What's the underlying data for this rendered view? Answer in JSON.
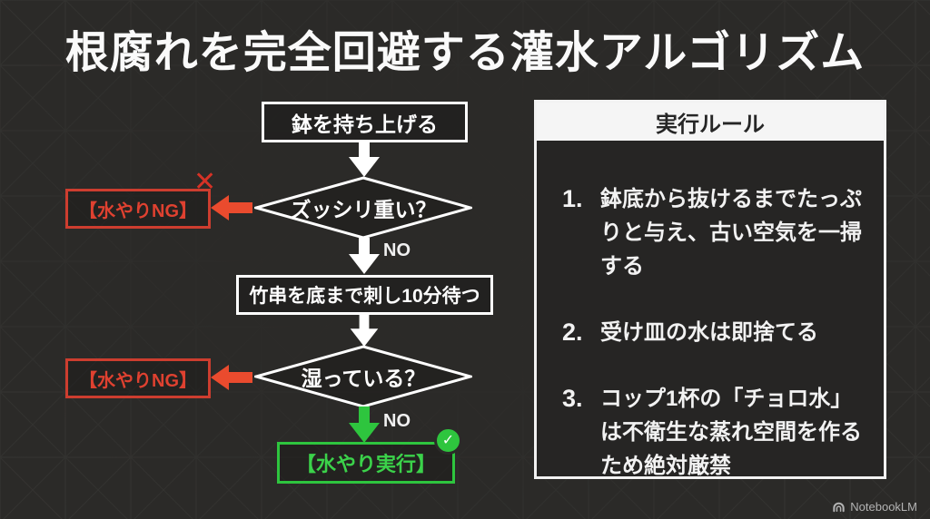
{
  "title": "根腐れを完全回避する灌水アルゴリズム",
  "flowchart": {
    "start_box": "鉢を持ち上げる",
    "decision1": "ズッシリ重い？",
    "decision1_no": "NO",
    "ng_box1": "【水やりNG】",
    "process_box": "竹串を底まで刺し10分待つ",
    "decision2": "湿っている？",
    "decision2_no": "NO",
    "ng_box2": "【水やりNG】",
    "result_box": "【水やり実行】"
  },
  "rules_panel": {
    "header": "実行ルール",
    "items": [
      {
        "num": "1.",
        "text": "鉢底から抜けるまでたっぷりと与え、古い空気を一掃する"
      },
      {
        "num": "2.",
        "text": "受け皿の水は即捨てる"
      },
      {
        "num": "3.",
        "text": "コップ1杯の「チョロ水」は不衛生な蒸れ空間を作るため絶対厳禁"
      }
    ]
  },
  "icons": {
    "x_mark": "✕",
    "check_mark": "✓"
  },
  "footer": {
    "brand": "NotebookLM"
  },
  "colors": {
    "background": "#2b2a28",
    "accent_red": "#df4130",
    "red_arrow": "#ea4b2e",
    "accent_green": "#2ec53e",
    "panel_header_bg": "#f5f5f5",
    "white": "#ffffff"
  }
}
